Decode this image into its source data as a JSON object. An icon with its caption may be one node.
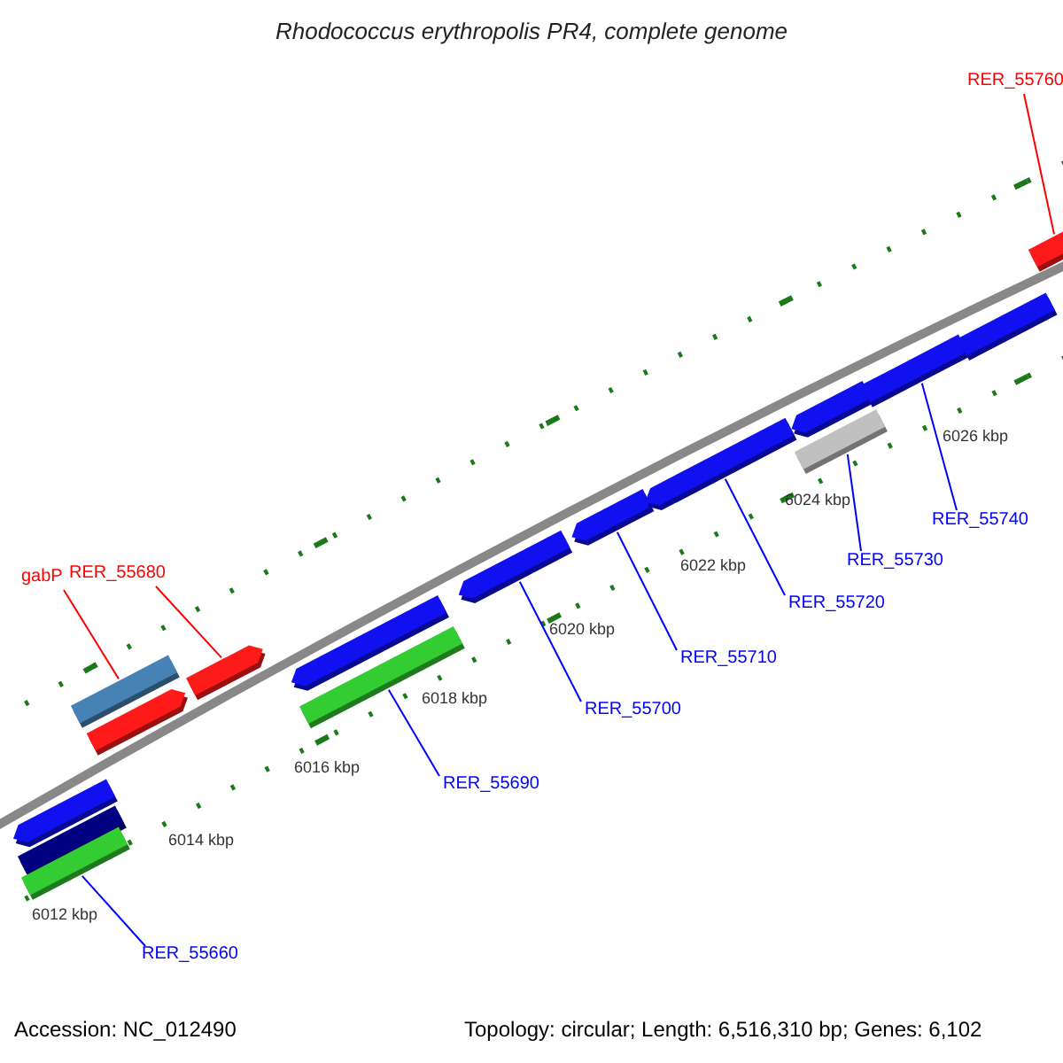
{
  "diagram": {
    "title": "Rhodococcus erythropolis PR4, complete genome",
    "nodes": [
      {
        "text": [
          "RER_55760"
        ]
      },
      {
        "text": [],
        "shape": "bar"
      },
      {
        "text": [
          "RER_55680"
        ]
      },
      {
        "text": [],
        "shape": "bar"
      },
      {
        "text": [
          "gabP"
        ]
      },
      {
        "text": [],
        "shape": "bar"
      },
      {
        "text": [
          "RER_55690"
        ]
      },
      {
        "text": [],
        "shape": "bar"
      },
      {
        "text": [
          "RER_55700"
        ]
      },
      {
        "text": [],
        "shape": "bar"
      },
      {
        "text": [
          "RER_55710"
        ]
      },
      {
        "text": [],
        "shape": "bar"
      },
      {
        "text": [
          "RER_55720"
        ]
      },
      {
        "text": [],
        "shape": "bar"
      },
      {
        "text": [
          "RER_55730"
        ]
      },
      {
        "text": [],
        "shape": "bar"
      },
      {
        "text": [
          "RER_55740"
        ]
      },
      {
        "text": [],
        "shape": "bar"
      },
      {
        "text": [
          "RER_55660"
        ]
      },
      {
        "text": [],
        "shape": "bar"
      },
      {
        "text": [],
        "shape": "bar"
      },
      {
        "text": [],
        "shape": "bar"
      },
      {
        "text": [],
        "shape": "bar"
      },
      {
        "text": [],
        "shape": "bar"
      },
      {
        "text": [],
        "shape": "bar"
      },
      {
        "text": [],
        "shape": "bar"
      }
    ],
    "edges": [
      {
        "from": 0,
        "to": 1,
        "arrow": "none",
        "color": "#ff0000"
      },
      {
        "from": 2,
        "to": 3,
        "arrow": "none",
        "color": "#ff0000"
      },
      {
        "from": 4,
        "to": 5,
        "arrow": "none",
        "color": "#ff0000"
      },
      {
        "from": 6,
        "to": 7,
        "arrow": "none"
      },
      {
        "from": 8,
        "to": 9,
        "arrow": "none"
      },
      {
        "from": 10,
        "to": 11,
        "arrow": "none"
      },
      {
        "from": 12,
        "to": 13,
        "arrow": "none"
      },
      {
        "from": 14,
        "to": 15,
        "arrow": "none"
      },
      {
        "from": 16,
        "to": 17,
        "arrow": "none"
      },
      {
        "from": 18,
        "to": 19,
        "arrow": "none"
      }
    ],
    "labels": [
      "6026 kbp",
      "6024 kbp",
      "6022 kbp",
      "6020 kbp",
      "6018 kbp",
      "6016 kbp",
      "6014 kbp",
      "6012 kbp",
      "Accession: NC_012490",
      "Topology: circular; Length: 6,516,310 bp; Genes: 6,102"
    ]
  }
}
